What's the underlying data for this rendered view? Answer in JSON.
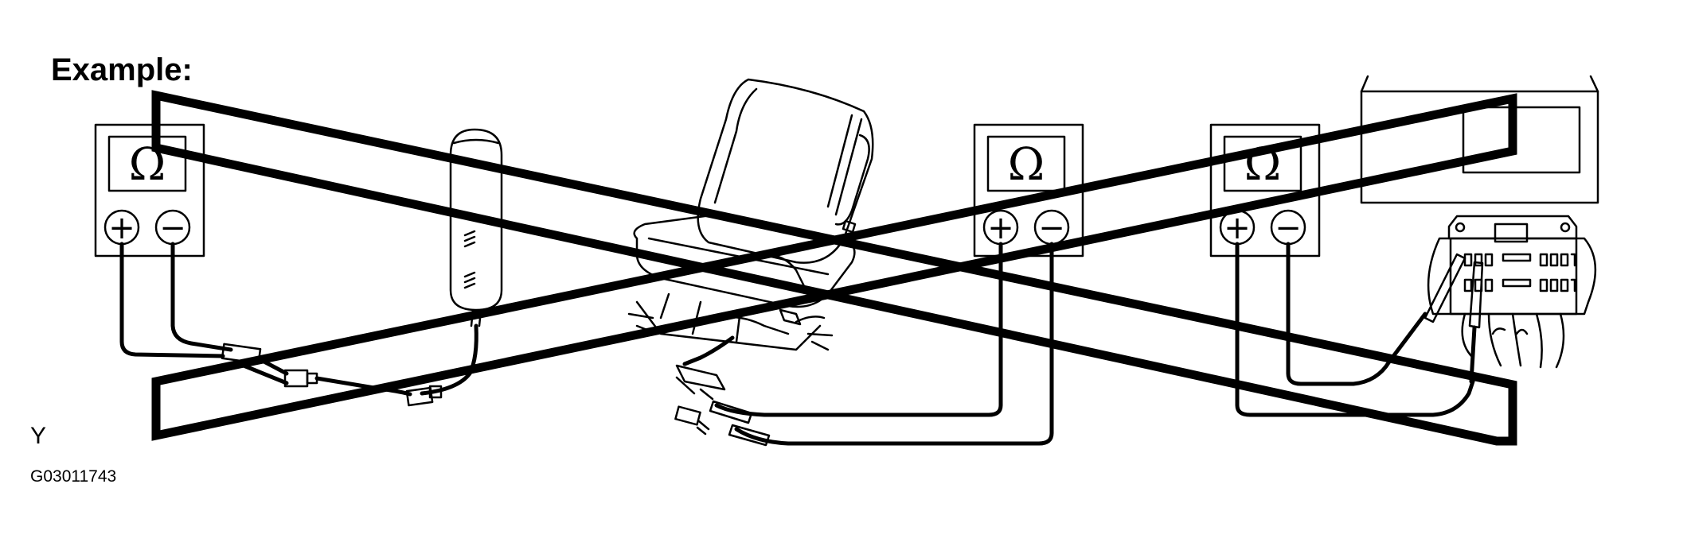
{
  "example_label": "Example:",
  "figure_marker": "Y",
  "figure_code": "G03011743",
  "meter": {
    "unit_symbol": "Ω",
    "plus_symbol": "+",
    "minus_symbol": "−"
  },
  "colors": {
    "ink": "#000000",
    "background": "#ffffff"
  }
}
